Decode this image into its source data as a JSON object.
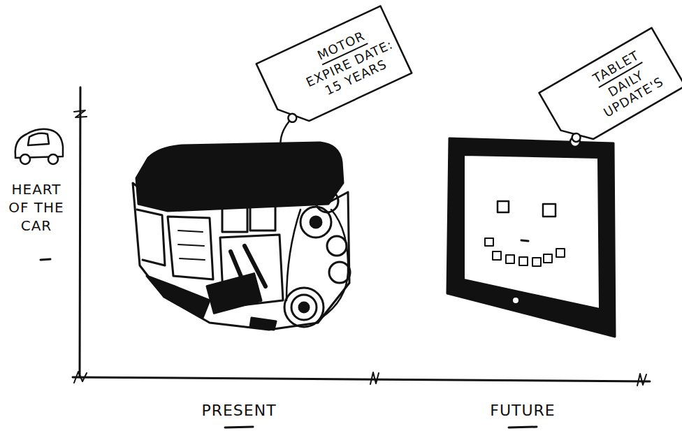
{
  "diagram": {
    "nodes": [
      {
        "text": [
          "MOTOR",
          "EXPIRE DATE: 15 YEARS"
        ]
      },
      {
        "text": [
          "TABLET",
          "DAILY UPDATE'S"
        ]
      }
    ],
    "labels": [
      "HEART OF THE CAR",
      "PRESENT",
      "FUTURE"
    ]
  }
}
